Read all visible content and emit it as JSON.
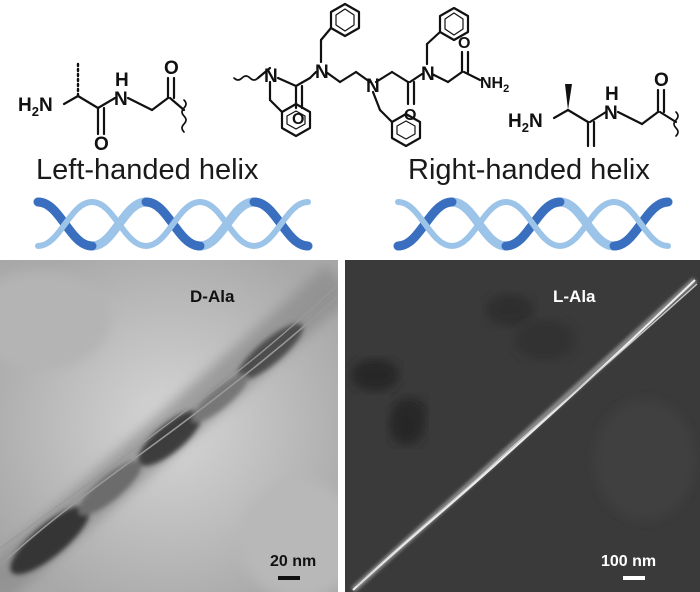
{
  "molecule": {
    "left_amine": "H2N",
    "right_amine": "H2N",
    "nh_label": "H",
    "n_label": "N",
    "o_label": "O",
    "terminal_amide": "NH2"
  },
  "helices": {
    "left_label": "Left-handed helix",
    "right_label": "Right-handed helix",
    "dark_color": "#3a6fc0",
    "light_color": "#9cc3e8"
  },
  "panels": {
    "left": {
      "label": "D-Ala",
      "scale": "20 nm",
      "label_color": "#111111"
    },
    "right": {
      "label": "L-Ala",
      "scale": "100 nm",
      "label_color": "#ffffff"
    }
  }
}
